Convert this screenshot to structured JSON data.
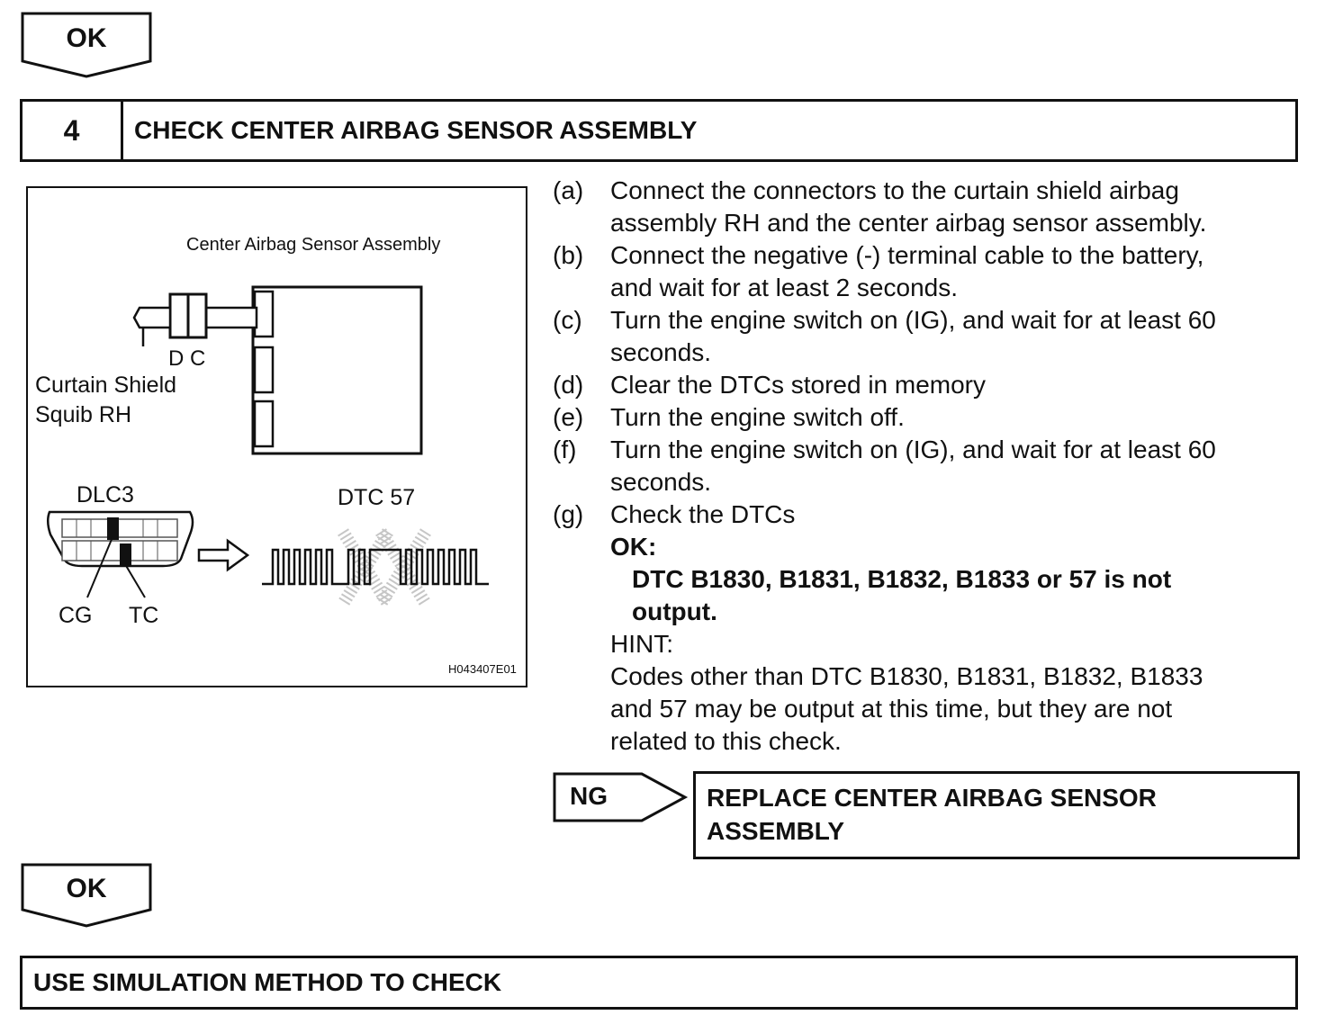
{
  "ok_top": {
    "label": "OK"
  },
  "step": {
    "number": "4",
    "title": "CHECK CENTER AIRBAG SENSOR ASSEMBLY"
  },
  "figure": {
    "sensor_label": "Center Airbag Sensor Assembly",
    "connector_label": "D C",
    "squib_line1": "Curtain Shield",
    "squib_line2": "Squib RH",
    "dlc_label": "DLC3",
    "dtc_label": "DTC 57",
    "cg_label": "CG",
    "tc_label": "TC",
    "figure_id": "H043407E01"
  },
  "instructions": [
    {
      "label": "(a)",
      "lines": [
        "Connect the connectors to the curtain shield airbag",
        "assembly RH and the center airbag sensor assembly."
      ]
    },
    {
      "label": "(b)",
      "lines": [
        "Connect the negative (-) terminal cable to the battery,",
        "and wait for at least 2 seconds."
      ]
    },
    {
      "label": "(c)",
      "lines": [
        "Turn the engine switch on (IG), and wait for at least 60",
        "seconds."
      ]
    },
    {
      "label": "(d)",
      "lines": [
        "Clear the DTCs stored in memory"
      ]
    },
    {
      "label": "(e)",
      "lines": [
        "Turn the engine switch off."
      ]
    },
    {
      "label": "(f)",
      "lines": [
        "Turn the engine switch on (IG), and wait for at least 60",
        "seconds."
      ]
    },
    {
      "label": "(g)",
      "lines": [
        "Check the DTCs"
      ]
    }
  ],
  "ok_result": {
    "heading": "OK:",
    "line1": "DTC B1830, B1831, B1832, B1833 or 57 is not",
    "line2": "output."
  },
  "hint": {
    "heading": "HINT:",
    "lines": [
      "Codes other than DTC B1830, B1831, B1832, B1833",
      "and 57 may be output at this time, but they are not",
      "related to this check."
    ]
  },
  "ng": {
    "label": "NG"
  },
  "replace": {
    "line1": "REPLACE CENTER AIRBAG SENSOR",
    "line2": "ASSEMBLY"
  },
  "ok_bottom": {
    "label": "OK"
  },
  "final": {
    "title": "USE SIMULATION METHOD TO CHECK"
  }
}
